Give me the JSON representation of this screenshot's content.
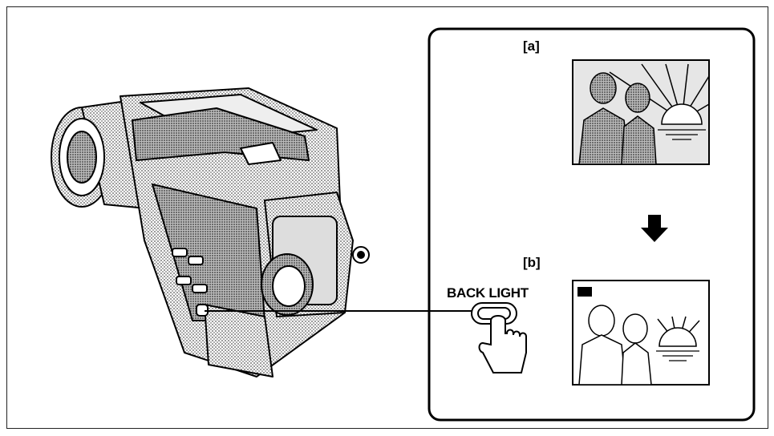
{
  "labels": {
    "a": "[a]",
    "b": "[b]",
    "back_light": "BACK LIGHT"
  },
  "colors": {
    "line": "#000000",
    "shade": "#9a9a9a",
    "background": "#ffffff"
  }
}
